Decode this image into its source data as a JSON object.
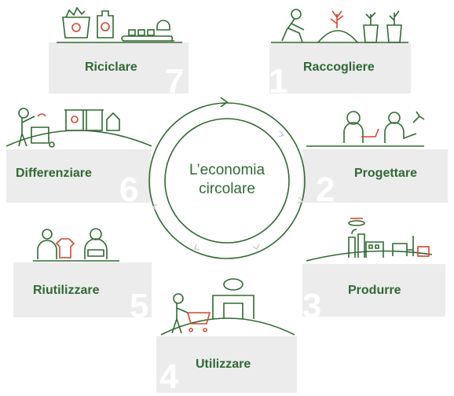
{
  "title": {
    "line1": "L’economia",
    "line2": "circolare"
  },
  "colors": {
    "green": "#2e6b30",
    "red": "#d8442f",
    "box": "#ececec",
    "arrow": "#c8c8c8"
  },
  "steps": [
    {
      "number": "1",
      "label": "Raccogliere",
      "icon": "planting-icon"
    },
    {
      "number": "2",
      "label": "Progettare",
      "icon": "designers-icon"
    },
    {
      "number": "3",
      "label": "Produrre",
      "icon": "factory-icon"
    },
    {
      "number": "4",
      "label": "Utilizzare",
      "icon": "shopping-cart-icon"
    },
    {
      "number": "5",
      "label": "Riutilizzare",
      "icon": "clothes-exchange-icon"
    },
    {
      "number": "6",
      "label": "Differenziare",
      "icon": "waste-bins-icon"
    },
    {
      "number": "7",
      "label": "Riciclare",
      "icon": "recycling-conveyor-icon"
    }
  ]
}
